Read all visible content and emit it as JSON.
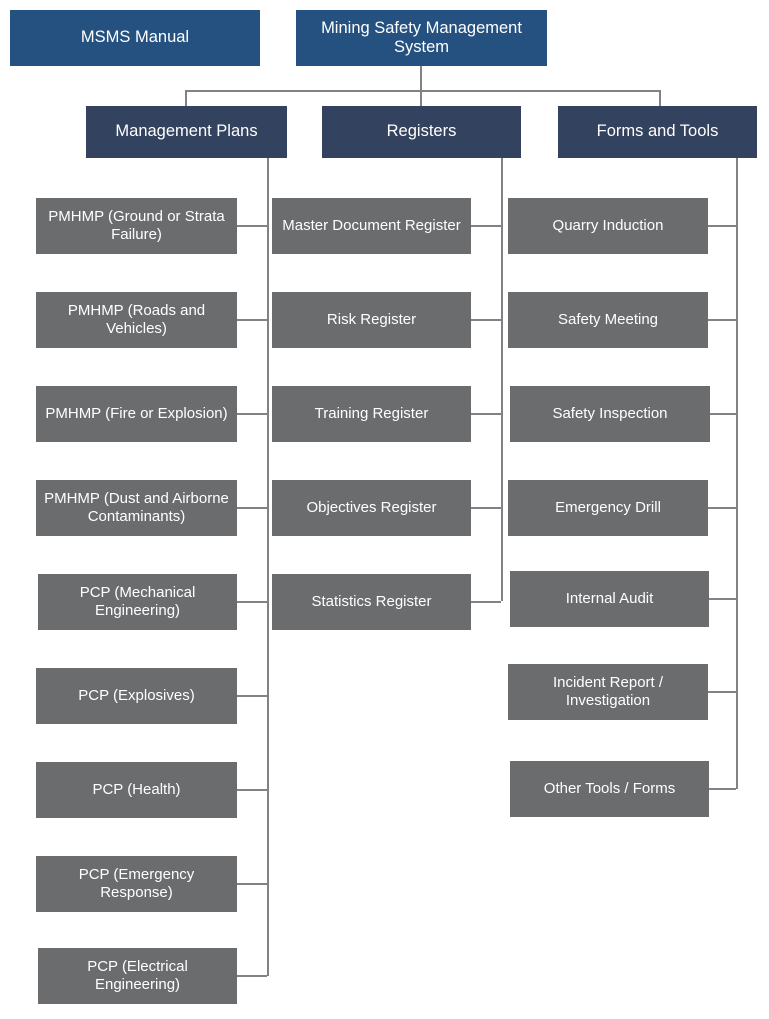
{
  "diagram": {
    "title": "Mining Safety Management System structure chart",
    "colors": {
      "root_blue": "#255180",
      "level2_navy": "#33425f",
      "leaf_gray": "#6a6c6e",
      "connector_gray": "#808285",
      "text": "#ffffff",
      "background": "#ffffff"
    },
    "top": {
      "manual_label": "MSMS Manual",
      "system_label": "Mining Safety Management System"
    },
    "branches": [
      {
        "id": "management-plans",
        "label": "Management Plans",
        "children": [
          "PMHMP (Ground or Strata Failure)",
          "PMHMP (Roads and Vehicles)",
          "PMHMP (Fire or Explosion)",
          "PMHMP (Dust and Airborne Contaminants)",
          "PCP (Mechanical Engineering)",
          "PCP (Explosives)",
          "PCP (Health)",
          "PCP (Emergency Response)",
          "PCP (Electrical Engineering)"
        ]
      },
      {
        "id": "registers",
        "label": "Registers",
        "children": [
          "Master Document Register",
          "Risk Register",
          "Training Register",
          "Objectives Register",
          "Statistics Register"
        ]
      },
      {
        "id": "forms-and-tools",
        "label": "Forms and Tools",
        "children": [
          "Quarry Induction",
          "Safety Meeting",
          "Safety Inspection",
          "Emergency Drill",
          "Internal Audit",
          "Incident Report / Investigation",
          "Other Tools  / Forms"
        ]
      }
    ]
  }
}
